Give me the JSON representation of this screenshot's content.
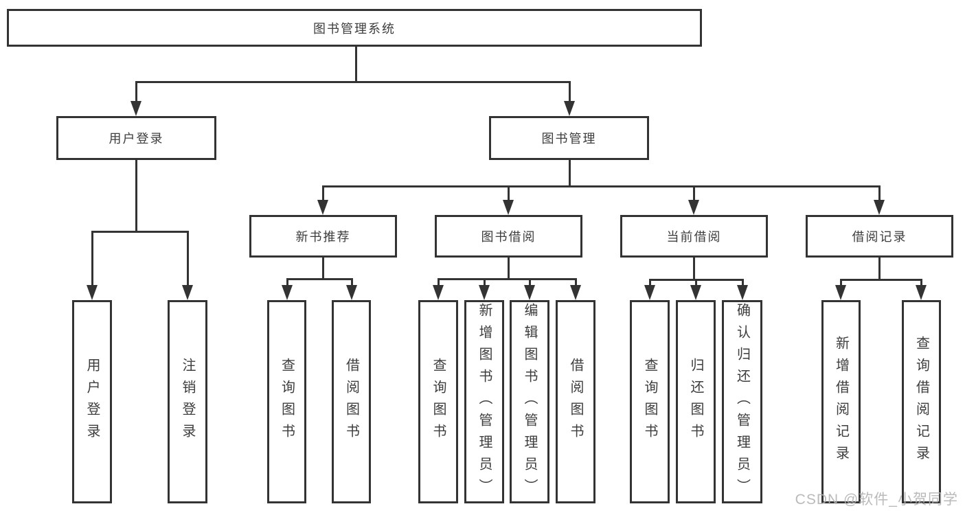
{
  "diagram": {
    "root": {
      "label": "图书管理系统"
    },
    "branches": [
      {
        "label": "用户登录",
        "children": [
          {
            "label": "用户登录"
          },
          {
            "label": "注销登录"
          }
        ]
      },
      {
        "label": "图书管理",
        "children": [
          {
            "label": "新书推荐",
            "children": [
              {
                "label": "查询图书"
              },
              {
                "label": "借阅图书"
              }
            ]
          },
          {
            "label": "图书借阅",
            "children": [
              {
                "label": "查询图书"
              },
              {
                "label": "新增图书（管理员）"
              },
              {
                "label": "编辑图书（管理员）"
              },
              {
                "label": "借阅图书"
              }
            ]
          },
          {
            "label": "当前借阅",
            "children": [
              {
                "label": "查询图书"
              },
              {
                "label": "归还图书"
              },
              {
                "label": "确认归还（管理员）"
              }
            ]
          },
          {
            "label": "借阅记录",
            "children": [
              {
                "label": "新增借阅记录"
              },
              {
                "label": "查询借阅记录"
              }
            ]
          }
        ]
      }
    ]
  },
  "watermark": {
    "text": "CSDN @软件_小贺同学"
  },
  "colors": {
    "line": "#333333",
    "text": "#3d3d3d",
    "background": "#ffffff",
    "watermark": "#b3b3b3"
  }
}
